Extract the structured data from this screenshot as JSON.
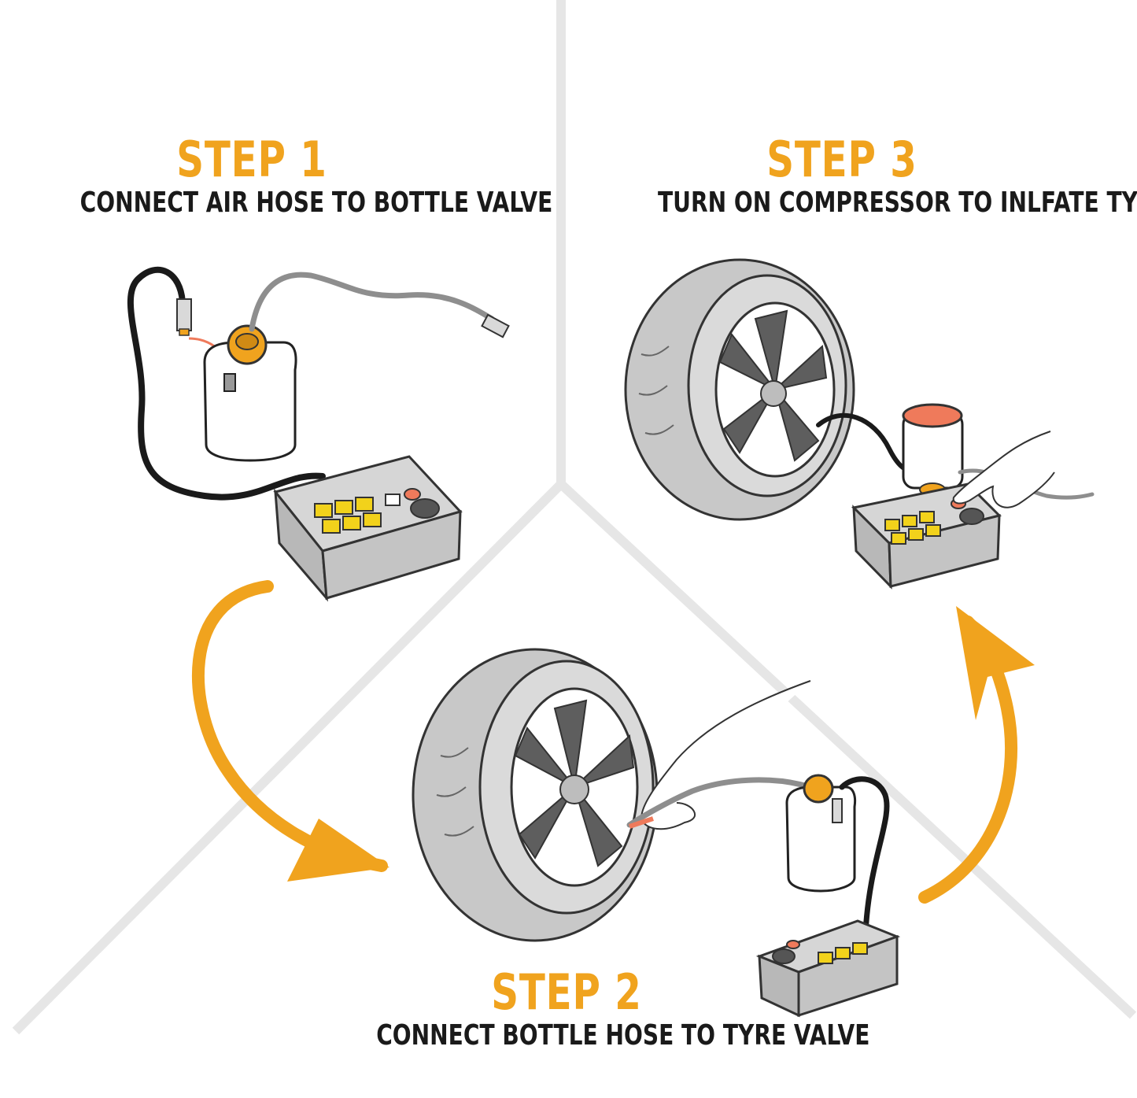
{
  "colors": {
    "accent": "#f0a31e",
    "divider": "#e6e6e6",
    "ink": "#1a1a1a",
    "tyre": "#c8c8c8",
    "rim": "#5e5e5e",
    "compressor_box": "#c4c4c4",
    "display_key": "#f2d21b",
    "power_button": "#ef7a5b",
    "bottle_cap": "#f0a31e"
  },
  "steps": [
    {
      "title": "STEP 1",
      "description": "CONNECT AIR HOSE TO BOTTLE VALVE"
    },
    {
      "title": "STEP 2",
      "description": "CONNECT BOTTLE HOSE TO TYRE VALVE"
    },
    {
      "title": "STEP 3",
      "description": "TURN ON COMPRESSOR TO INLFATE TYRE"
    }
  ],
  "icons": {
    "flow_arrow_1": "curved-arrow-right-icon",
    "flow_arrow_2": "curved-arrow-up-icon"
  }
}
